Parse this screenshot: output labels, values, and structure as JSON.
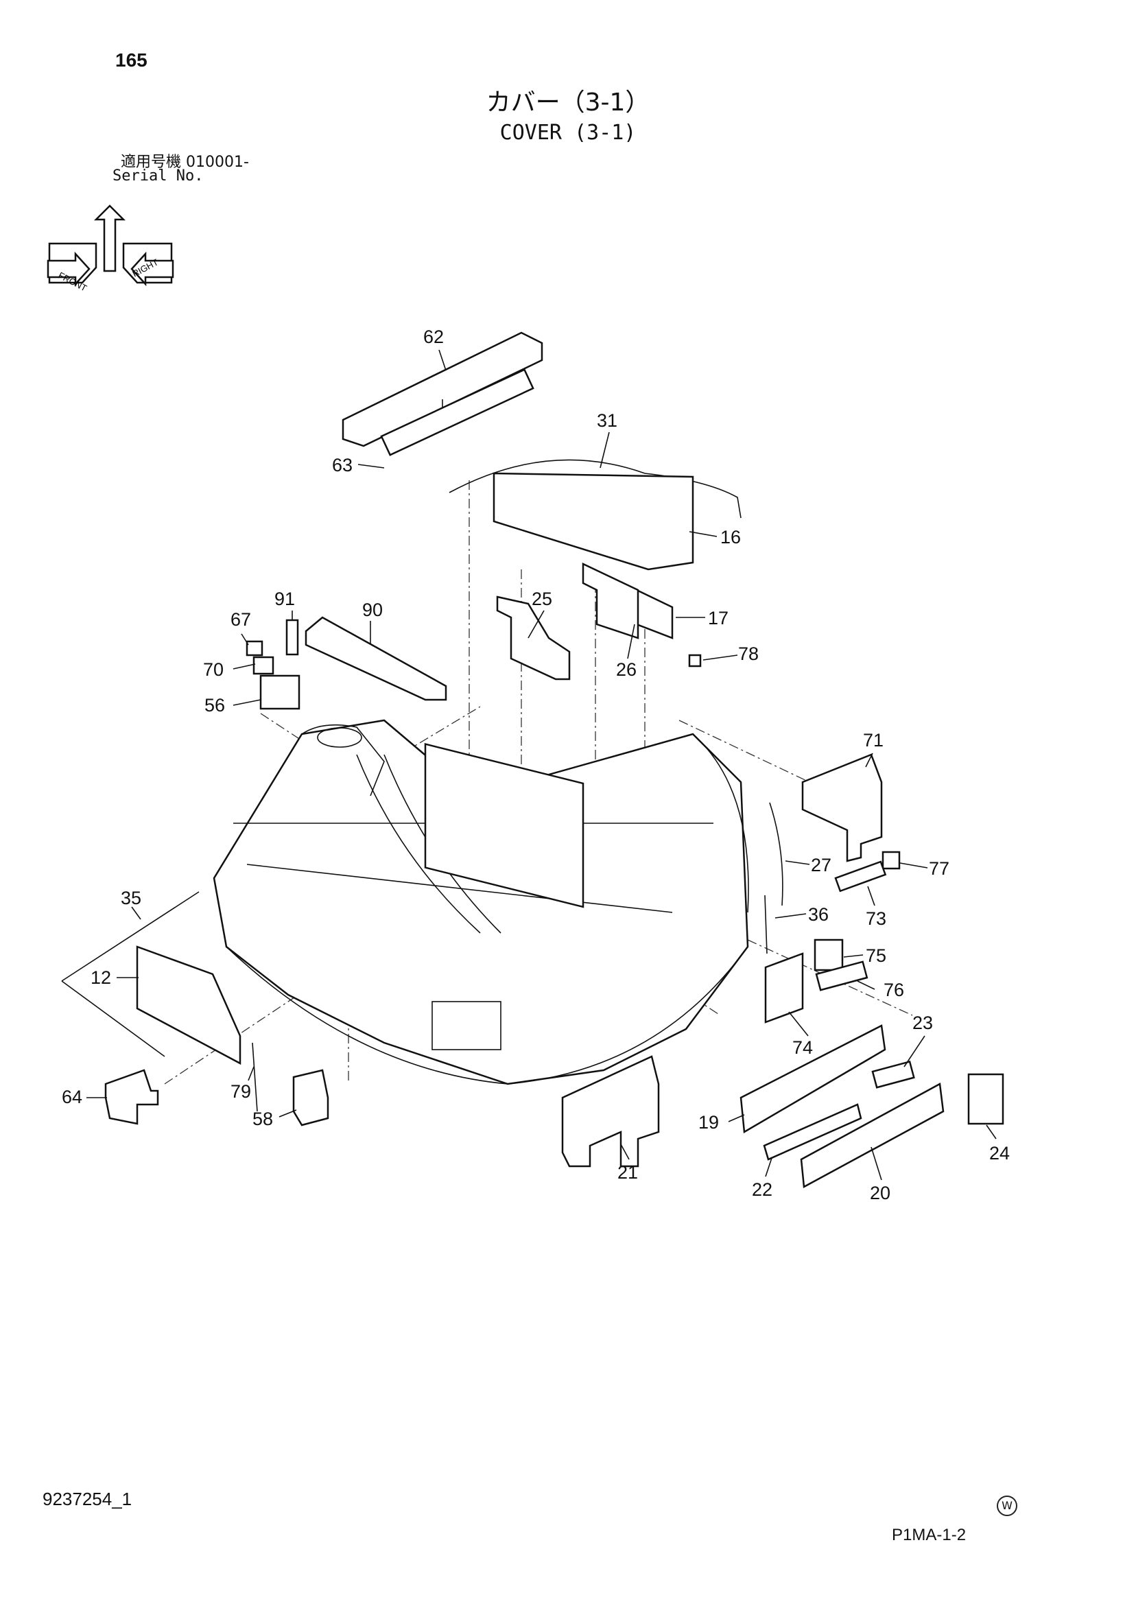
{
  "header": {
    "page_number": "165",
    "title_jp": "カバー（3-1）",
    "title_en": "COVER (3-1)",
    "serial_label_jp": "適用号機 010001-",
    "serial_label_en": "Serial No."
  },
  "orientation_icon": {
    "icon": "orientation-arrows-icon",
    "labels": [
      "FRONT",
      "RIGHT"
    ]
  },
  "callouts": [
    "62",
    "63",
    "31",
    "16",
    "17",
    "78",
    "25",
    "26",
    "91",
    "90",
    "67",
    "70",
    "56",
    "71",
    "27",
    "77",
    "73",
    "36",
    "75",
    "76",
    "23",
    "74",
    "24",
    "19",
    "22",
    "20",
    "21",
    "35",
    "12",
    "64",
    "79",
    "58"
  ],
  "footer": {
    "doc_id": "9237254_1",
    "mark": "W",
    "code": "P1MA-1-2"
  }
}
